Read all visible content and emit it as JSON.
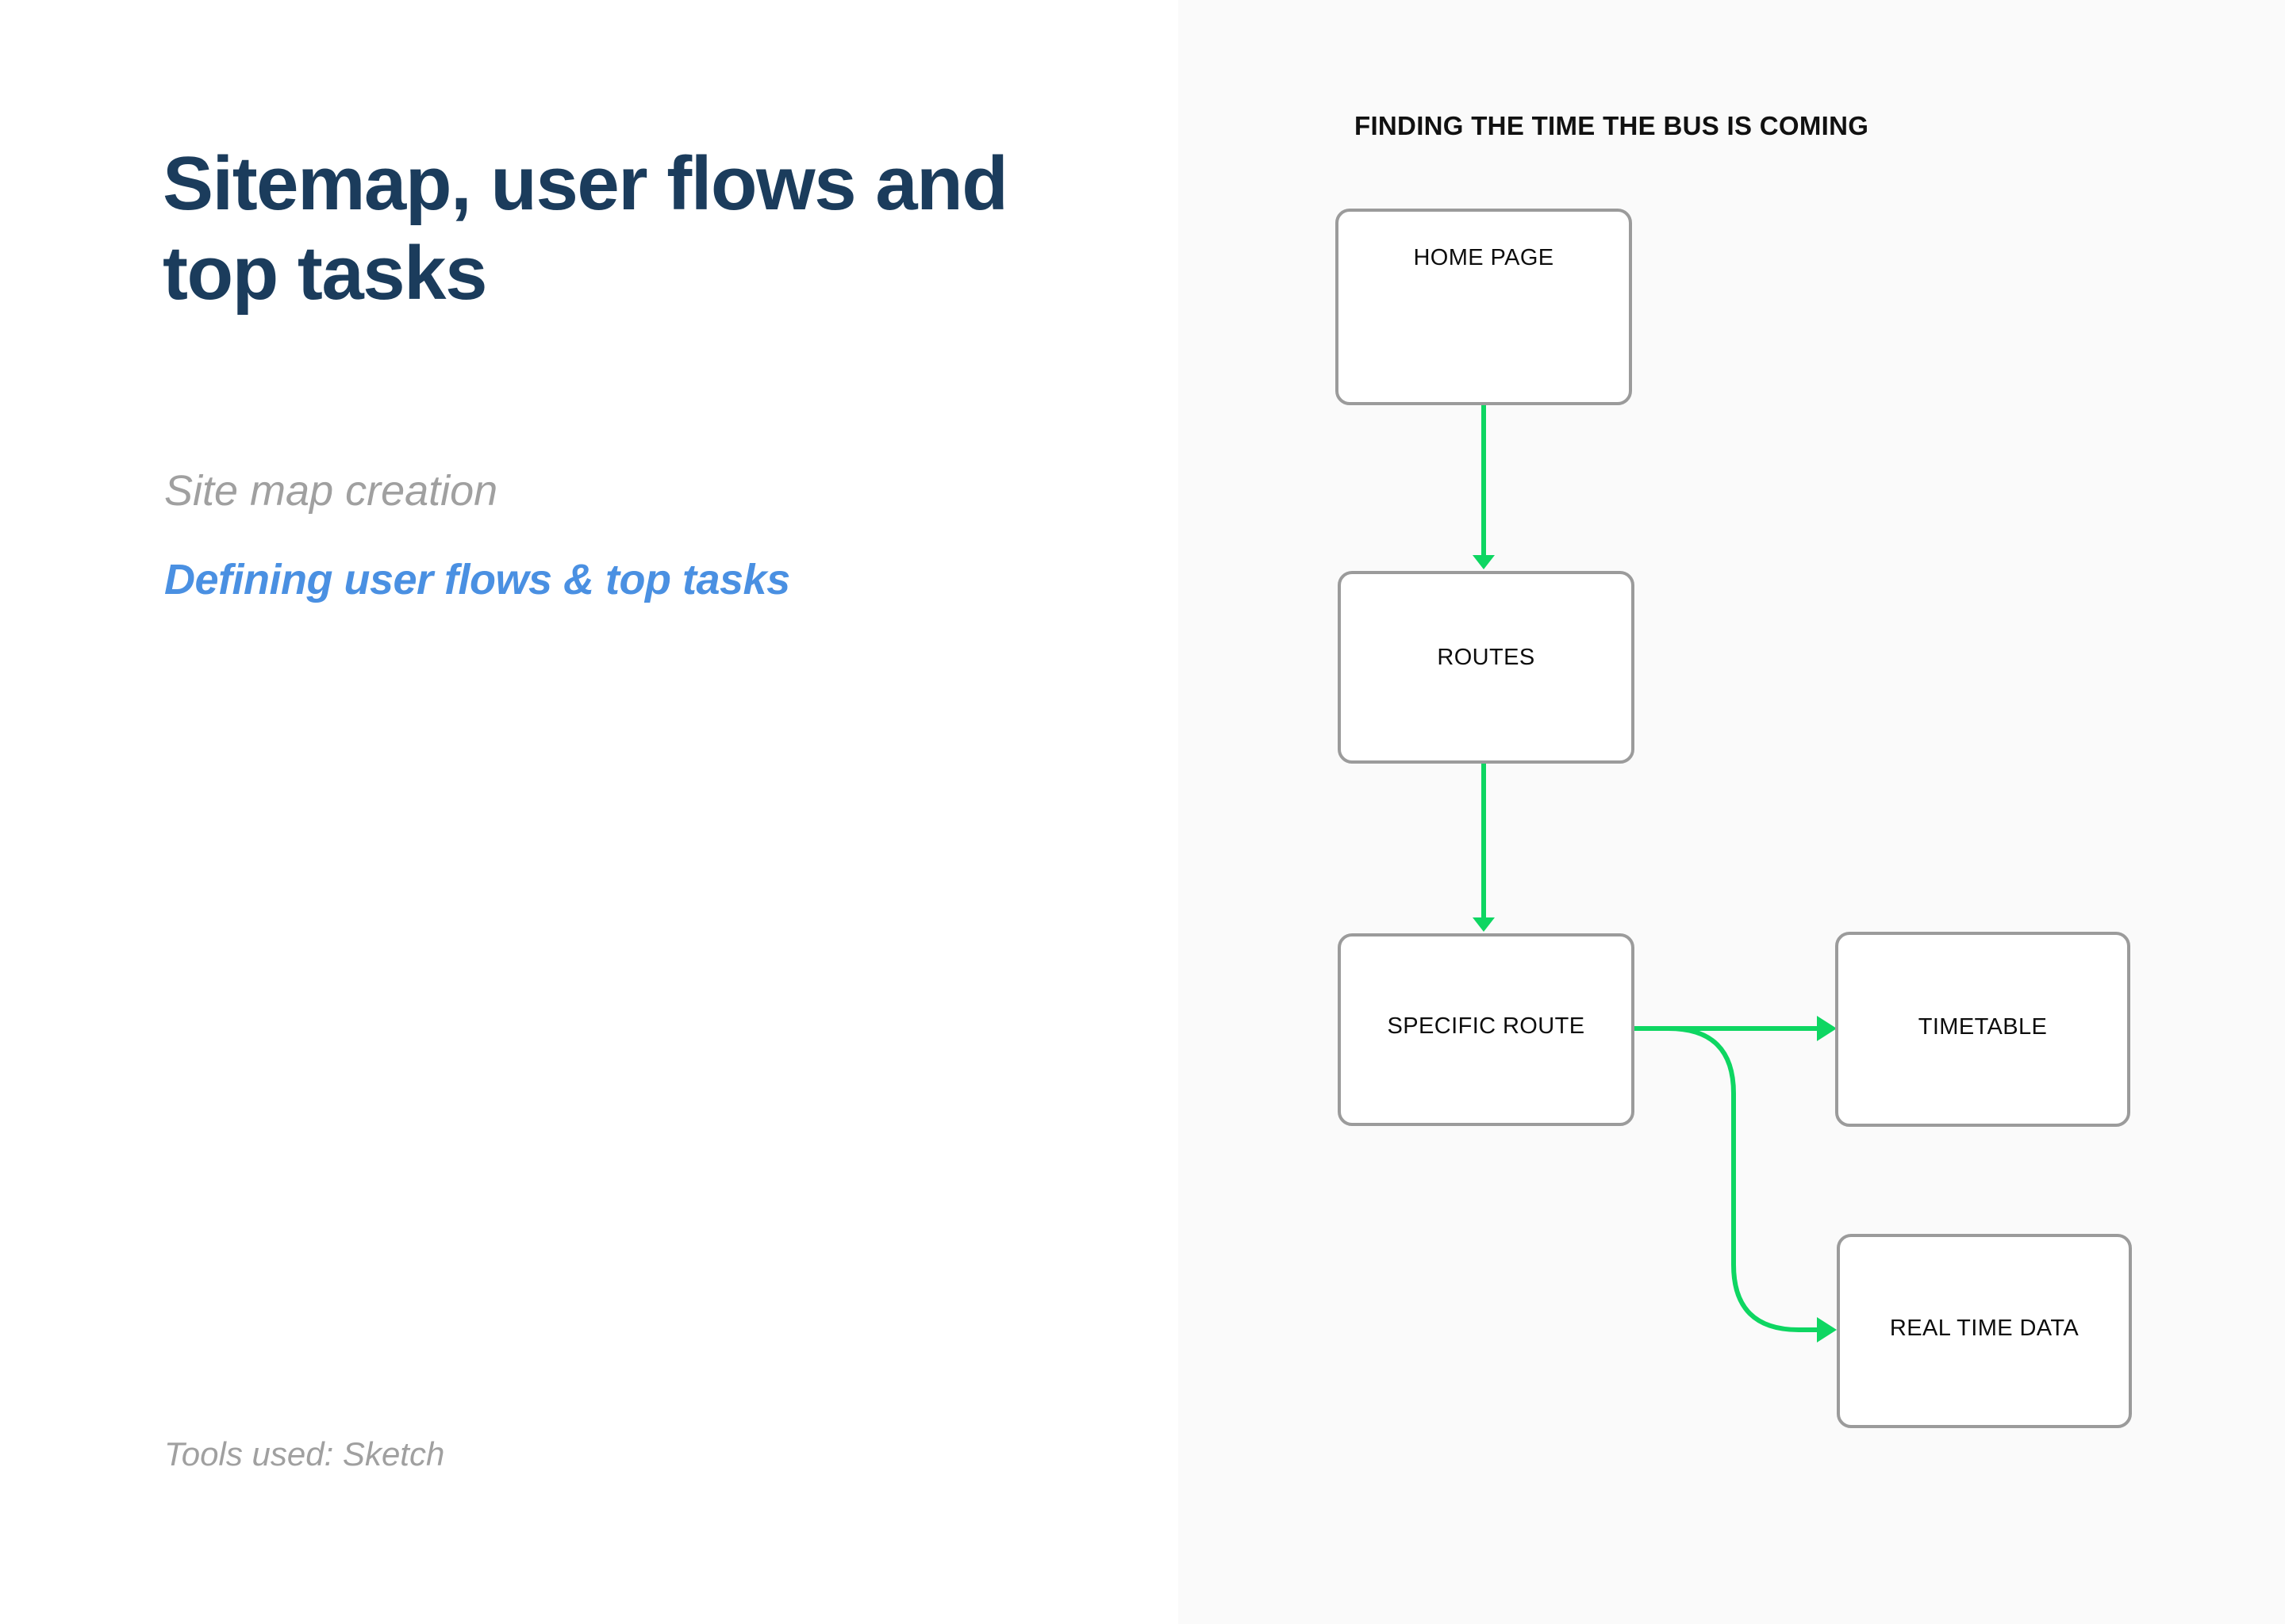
{
  "slide": {
    "title": "Sitemap, user flows and top tasks",
    "subtitle_plain": "Site map creation",
    "subtitle_accent": "Defining user flows & top tasks",
    "tools_note": "Tools used: Sketch"
  },
  "colors": {
    "title": "#1b3c5c",
    "muted": "#a0a0a0",
    "accent": "#4a90e2",
    "connector": "#0ed662",
    "node_border": "#9b9b9b",
    "node_fill": "#ffffff",
    "left_panel_bg": "#ffffff",
    "right_panel_bg": "#fafafa"
  },
  "diagram": {
    "heading": "FINDING THE TIME THE BUS IS COMING",
    "nodes": [
      {
        "id": "home-page",
        "label": "HOME PAGE"
      },
      {
        "id": "routes",
        "label": "ROUTES"
      },
      {
        "id": "specific-route",
        "label": "SPECIFIC ROUTE"
      },
      {
        "id": "timetable",
        "label": "TIMETABLE"
      },
      {
        "id": "real-time-data",
        "label": "REAL TIME DATA"
      }
    ],
    "edges": [
      {
        "from": "home-page",
        "to": "routes",
        "direction": "down"
      },
      {
        "from": "routes",
        "to": "specific-route",
        "direction": "down"
      },
      {
        "from": "specific-route",
        "to": "timetable",
        "direction": "right"
      },
      {
        "from": "specific-route",
        "to": "real-time-data",
        "direction": "right-down"
      }
    ]
  }
}
